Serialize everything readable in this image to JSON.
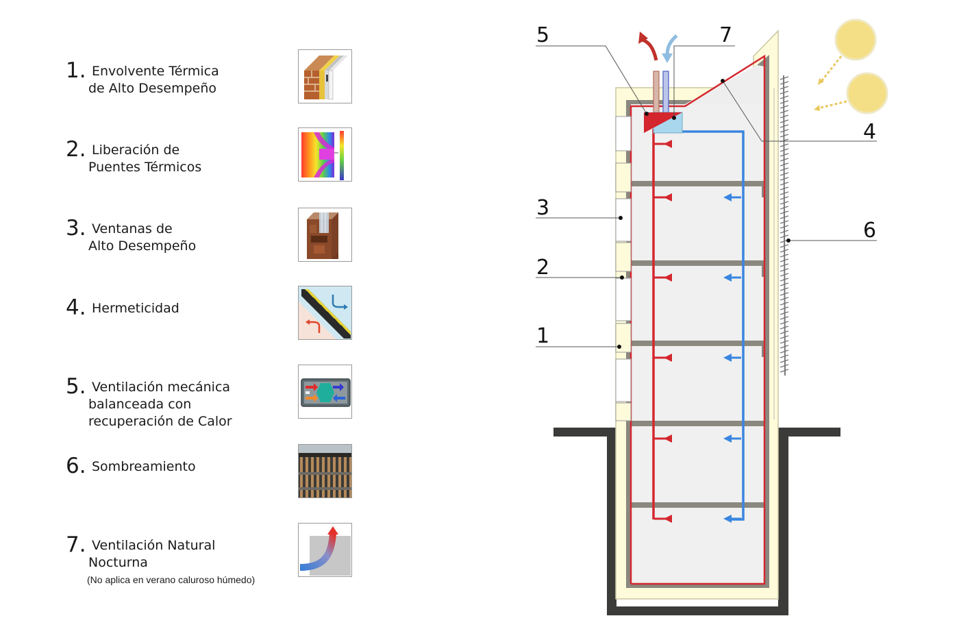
{
  "legend": [
    {
      "num": "1.",
      "lines": [
        "Envolvente Térmica",
        "de Alto Desempeño"
      ],
      "icon": "insulated-wall-icon"
    },
    {
      "num": "2.",
      "lines": [
        "Liberación de",
        "Puentes Térmicos"
      ],
      "icon": "thermal-bridge-icon"
    },
    {
      "num": "3.",
      "lines": [
        "Ventanas de",
        "Alto Desempeño"
      ],
      "icon": "window-frame-icon"
    },
    {
      "num": "4.",
      "lines": [
        "Hermeticidad"
      ],
      "icon": "airtight-membrane-icon"
    },
    {
      "num": "5.",
      "lines": [
        "Ventilación mecánica",
        "balanceada con",
        "recuperación de Calor"
      ],
      "icon": "heat-recovery-unit-icon"
    },
    {
      "num": "6.",
      "lines": [
        "Sombreamiento"
      ],
      "icon": "wood-louvers-icon"
    },
    {
      "num": "7.",
      "lines": [
        "Ventilación Natural",
        "Nocturna"
      ],
      "icon": "natural-airflow-icon",
      "note": "(No aplica en verano caluroso húmedo)"
    }
  ],
  "callouts": {
    "c1": "1",
    "c2": "2",
    "c3": "3",
    "c4": "4",
    "c5": "5",
    "c6": "6",
    "c7": "7"
  },
  "colors": {
    "insulation": "#fdfbd9",
    "airtight_line": "#d4262e",
    "supply_air": "#d4262e",
    "extract_air": "#3a86e0",
    "structure": "#8a887f",
    "ground": "#3b3b39",
    "sun": "#f5df86"
  }
}
